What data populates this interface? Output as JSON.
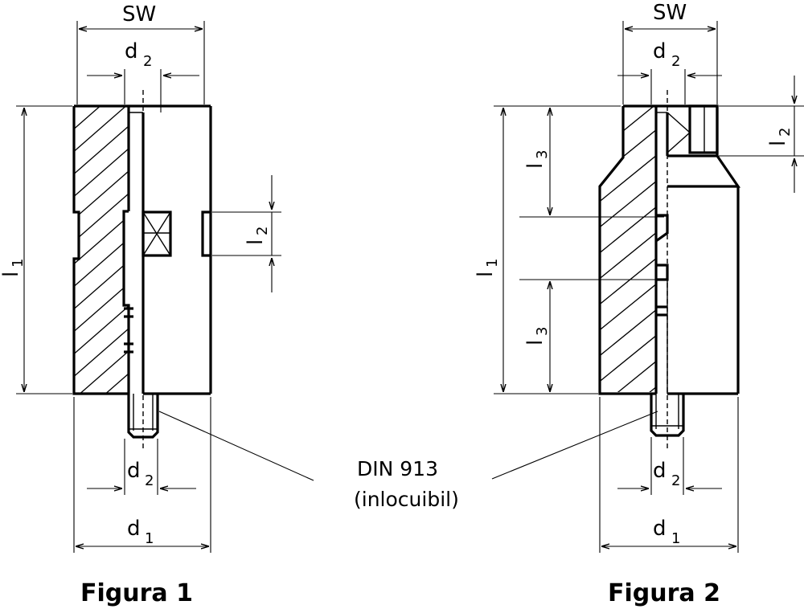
{
  "figure1": {
    "caption": "Figura 1",
    "labels": {
      "sw": "SW",
      "d2_top": "d",
      "d2_top_sub": "2",
      "l1": "l",
      "l1_sub": "1",
      "l2": "l",
      "l2_sub": "2",
      "d2_bottom": "d",
      "d2_bottom_sub": "2",
      "d1": "d",
      "d1_sub": "1"
    }
  },
  "figure2": {
    "caption": "Figura 2",
    "labels": {
      "sw": "SW",
      "d2_top": "d",
      "d2_top_sub": "2",
      "l1": "l",
      "l1_sub": "1",
      "l2": "l",
      "l2_sub": "2",
      "l3_top": "l",
      "l3_top_sub": "3",
      "l3_bottom": "l",
      "l3_bottom_sub": "3",
      "d2_bottom": "d",
      "d2_bottom_sub": "2",
      "d1": "d",
      "d1_sub": "1"
    }
  },
  "callout": {
    "line1": "DIN 913",
    "line2": "(inlocuibil)"
  }
}
